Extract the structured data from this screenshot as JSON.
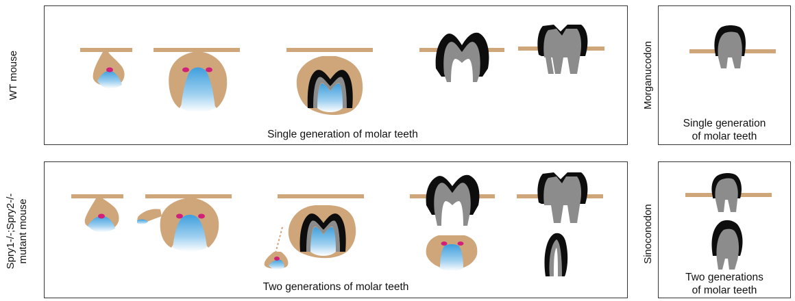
{
  "rows": {
    "wt": {
      "label": "WT mouse",
      "caption": "Single generation  of molar teeth"
    },
    "spry": {
      "label_line1": "Spry1-/-;Spry2-/-",
      "label_line2": "mutant mouse",
      "caption": "Two generations of molar teeth"
    }
  },
  "fossils": {
    "morganucodon": {
      "label": "Morganucodon",
      "caption_line1": "Single generation",
      "caption_line2": "of molar teeth"
    },
    "sinoconodon": {
      "label": "Sinoconodon",
      "caption_line1": "Two generations",
      "caption_line2": "of molar teeth"
    }
  },
  "colors": {
    "epithelium": "#cfa57a",
    "mesenchyme_blue": "#4aa3dd",
    "enamel_knot": "#d0207a",
    "enamel": "#0d0d0d",
    "dentin": "#8c8c8c",
    "gum_line": "#c9a37a"
  }
}
